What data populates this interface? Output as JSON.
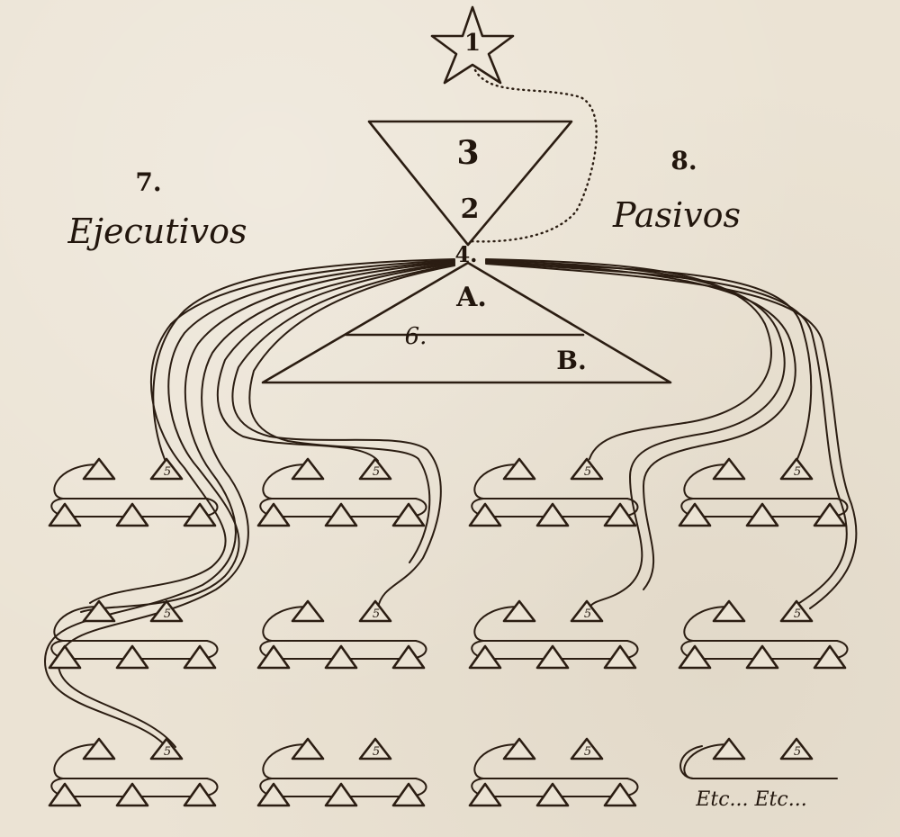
{
  "star": {
    "label": "1"
  },
  "top_triangle": {
    "upper_label": "3",
    "lower_label": "2"
  },
  "apex_label": "4.",
  "lower_triangle": {
    "top_label": "A.",
    "line_label": "6.",
    "bottom_label": "B."
  },
  "left_heading": {
    "number": "7.",
    "word": "Ejecutivos"
  },
  "right_heading": {
    "number": "8.",
    "word": "Pasivos"
  },
  "cluster_marker": "5",
  "footer": "Etc... Etc...",
  "colors": {
    "ink": "#2b1d12",
    "paper": "#ebe3d4"
  }
}
